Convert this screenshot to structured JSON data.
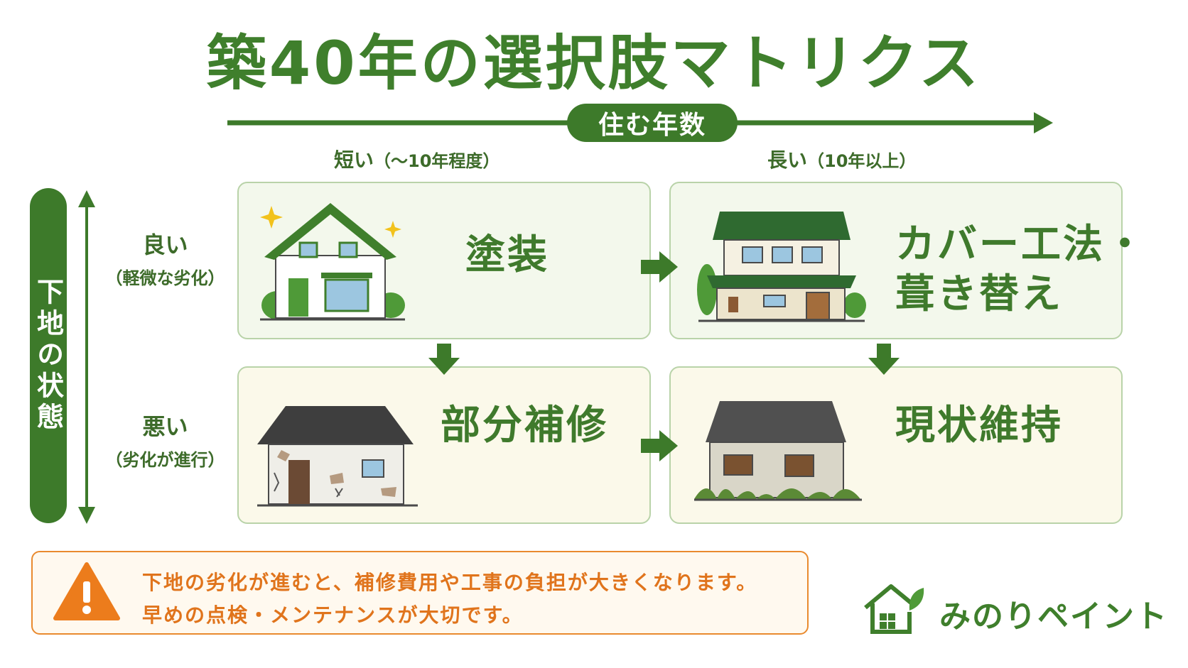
{
  "title": "築40年の選択肢マトリクス",
  "x_axis": {
    "label": "住む年数",
    "short": {
      "main": "短い",
      "note": "（〜10年程度）"
    },
    "long": {
      "main": "長い",
      "note": "（10年以上）"
    }
  },
  "y_axis": {
    "label": "下地の状態",
    "good": {
      "main": "良い",
      "note": "（軽微な劣化）"
    },
    "bad": {
      "main": "悪い",
      "note": "（劣化が進行）"
    }
  },
  "cells": {
    "good_short": "塗装",
    "good_long_line1": "カバー工法・",
    "good_long_line2": "葺き替え",
    "bad_short": "部分補修",
    "bad_long": "現状維持"
  },
  "warning": {
    "line1": "下地の劣化が進むと、補修費用や工事の負担が大きくなります。",
    "line2": "早めの点検・メンテナンスが大切です。"
  },
  "brand": "みのりペイント",
  "colors": {
    "primary_green": "#3d7a2a",
    "card_border": "#b9d3a9",
    "good_bg": "#f3f8ec",
    "bad_bg": "#fbf9ea",
    "warning_orange": "#e98a2e"
  }
}
